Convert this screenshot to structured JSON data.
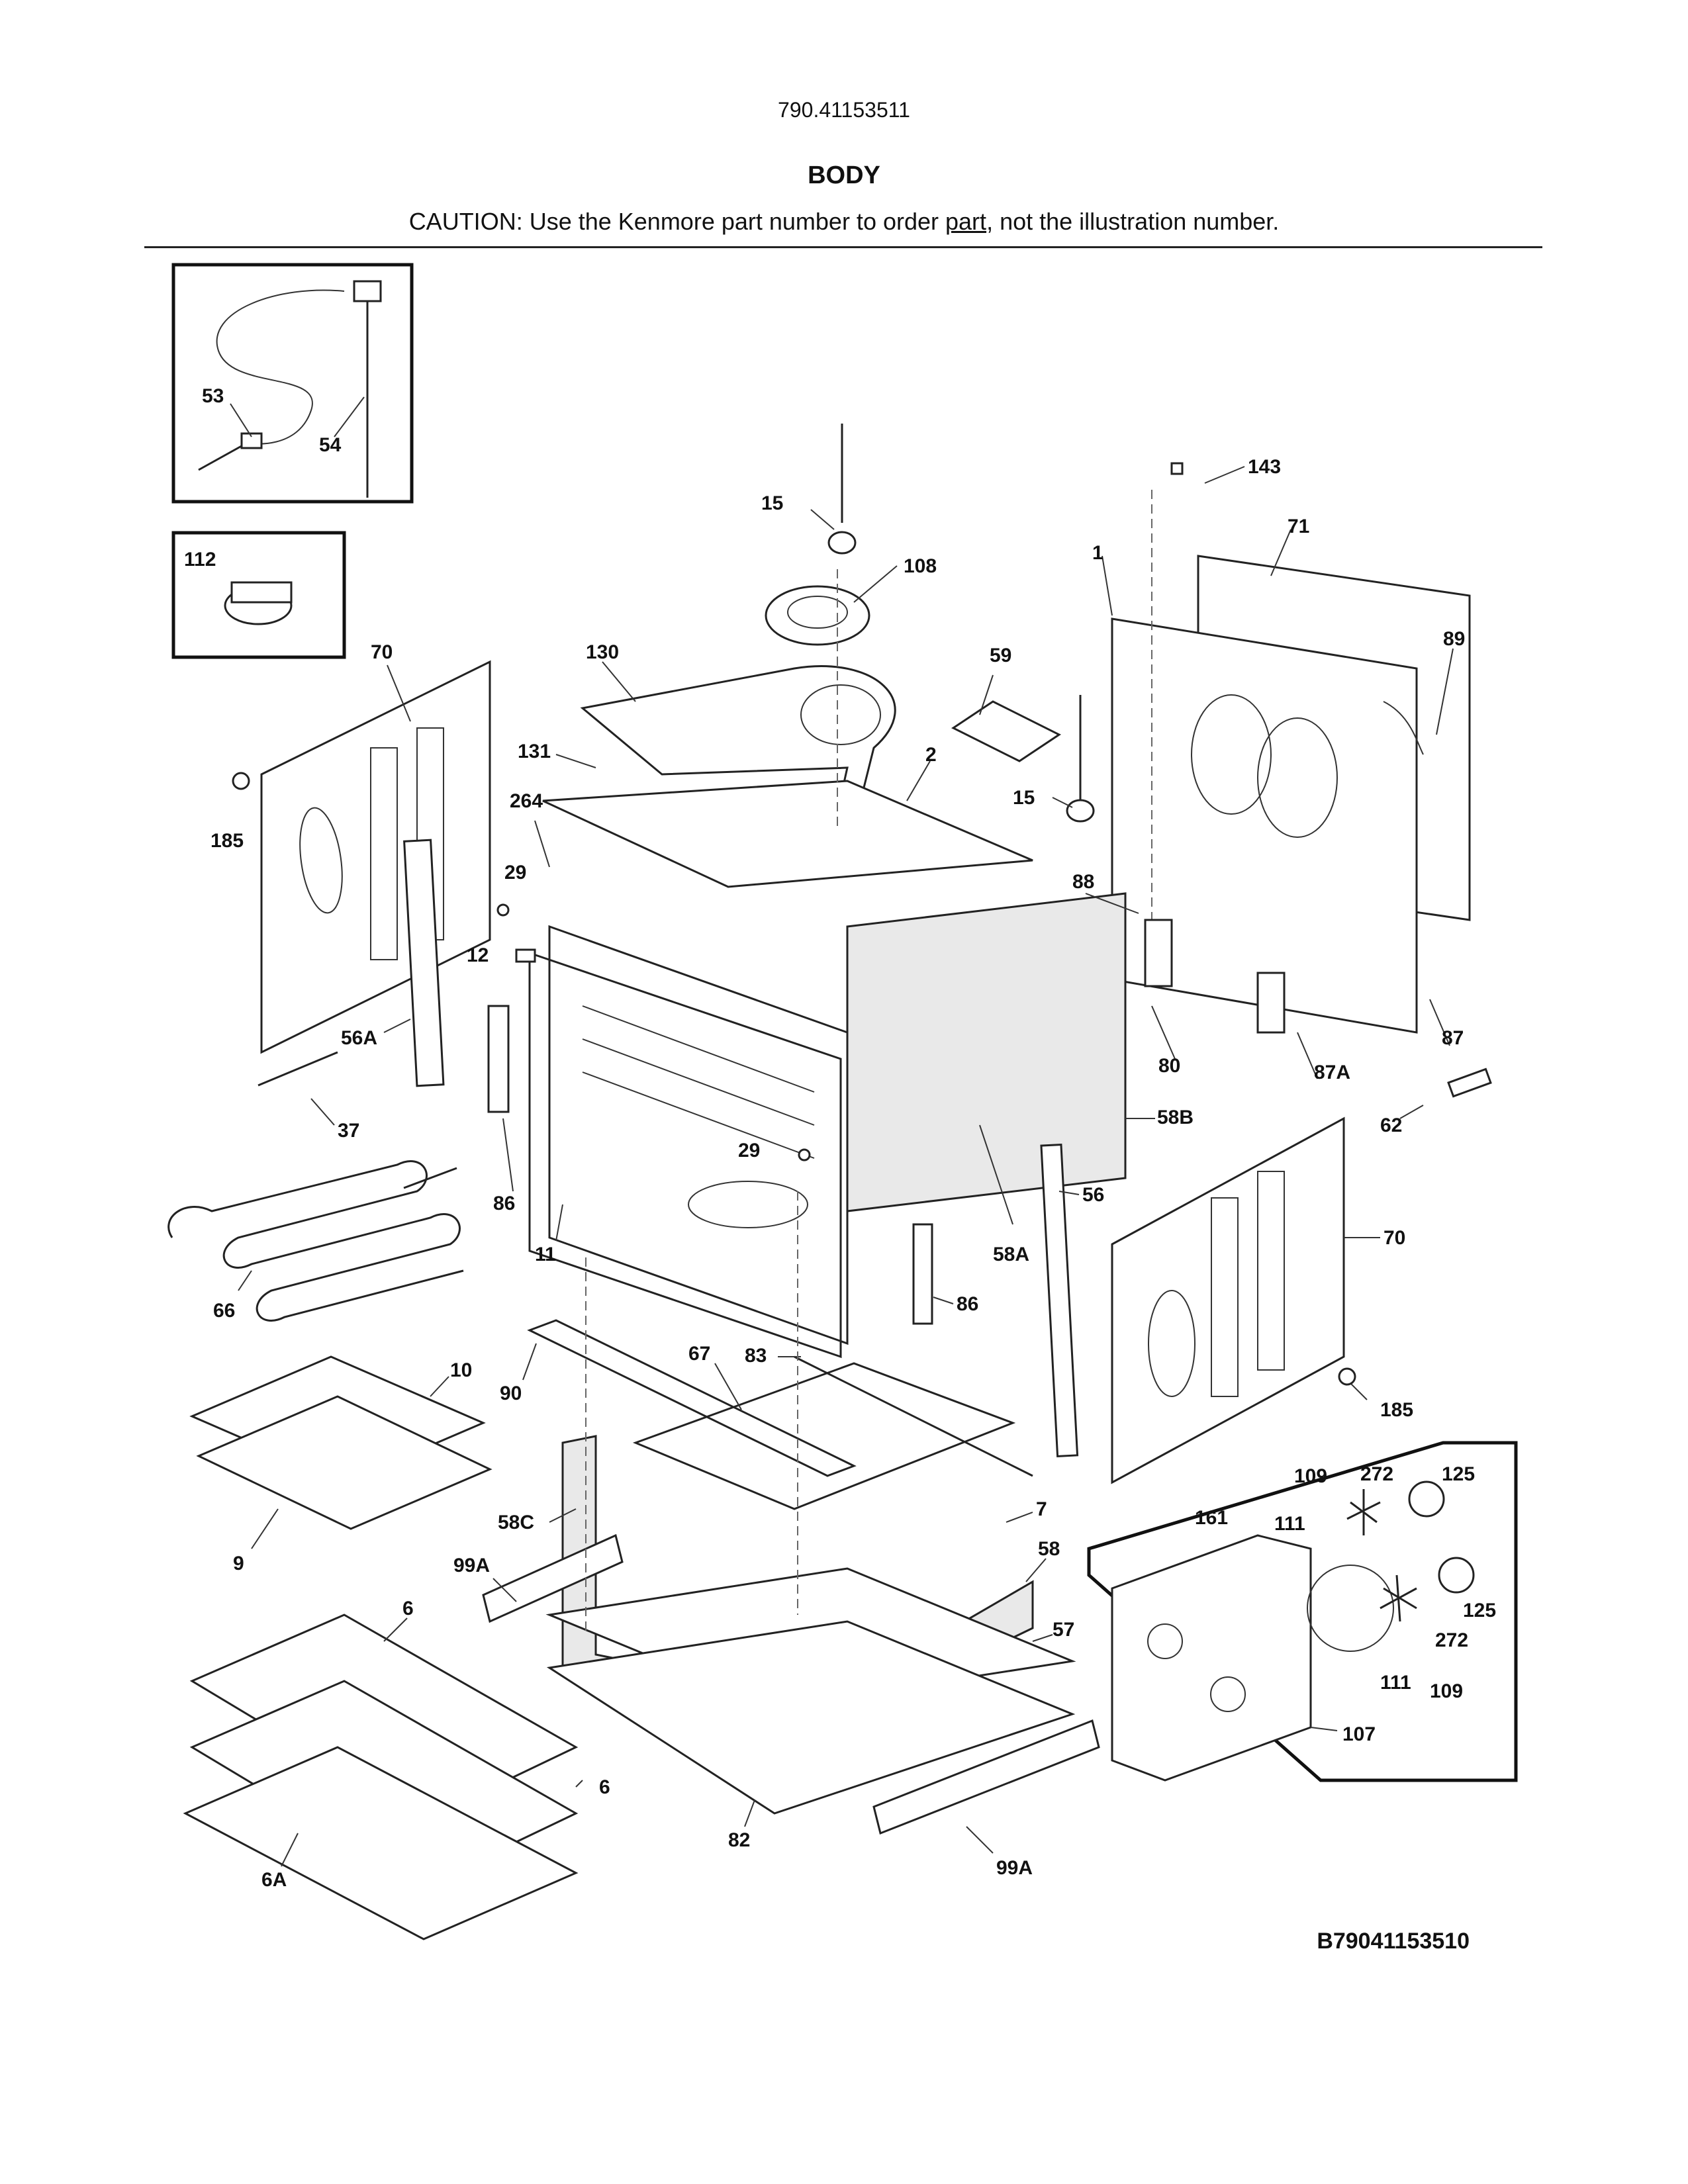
{
  "header": {
    "model_number": "790.41153511",
    "section_title": "BODY",
    "caution_prefix": "CAUTION: Use the Kenmore part number to order ",
    "caution_link": "part",
    "caution_suffix": ", not the illustration number."
  },
  "diagram_code": "B79041153510",
  "callouts": {
    "c53": "53",
    "c54": "54",
    "c112": "112",
    "c70a": "70",
    "c185a": "185",
    "c15a": "15",
    "c108": "108",
    "c143": "143",
    "c71": "71",
    "c1": "1",
    "c89": "89",
    "c130": "130",
    "c59": "59",
    "c131": "131",
    "c2": "2",
    "c264": "264",
    "c15b": "15",
    "c29a": "29",
    "c88": "88",
    "c12": "12",
    "c56a": "56A",
    "c80": "80",
    "c87a": "87A",
    "c87": "87",
    "c37": "37",
    "c29b": "29",
    "c58b": "58B",
    "c62": "62",
    "c86a": "86",
    "c56": "56",
    "c11": "11",
    "c58a": "58A",
    "c70b": "70",
    "c66": "66",
    "c86b": "86",
    "c10": "10",
    "c67": "67",
    "c83": "83",
    "c90": "90",
    "c185b": "185",
    "c9": "9",
    "c58c": "58C",
    "c109a": "109",
    "c272a": "272",
    "c125a": "125",
    "c161": "161",
    "c111a": "111",
    "c7": "7",
    "c99a1": "99A",
    "c6a": "6",
    "c58": "58",
    "c125b": "125",
    "c272b": "272",
    "c57": "57",
    "c111b": "111",
    "c109b": "109",
    "c107": "107",
    "c6b": "6",
    "c82": "82",
    "c6A": "6A",
    "c99a2": "99A"
  }
}
